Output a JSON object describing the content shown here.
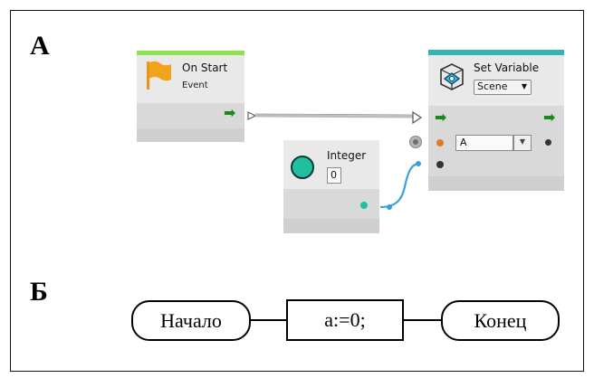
{
  "section_a": {
    "label": "А"
  },
  "section_b": {
    "label": "Б"
  },
  "on_start_node": {
    "title": "On Start",
    "subtitle": "Event",
    "header_color": "#8fe34f",
    "icon": "flag-icon",
    "icon_color": "#f2a31c"
  },
  "integer_node": {
    "title": "Integer",
    "value": "0",
    "icon": "circle-icon",
    "icon_color": "#1fbf9f"
  },
  "set_variable_node": {
    "title": "Set Variable",
    "scope": "Scene",
    "variable_name": "A",
    "header_color": "#35b3b3",
    "icon": "variable-icon"
  },
  "connections": [
    {
      "from": "on_start.flow_out",
      "to": "set_variable.flow_in",
      "type": "control",
      "color": "#bdbdbd"
    },
    {
      "from": "integer.value_out",
      "to": "set_variable.value_in",
      "type": "data",
      "color": "#3aa0dc"
    }
  ],
  "flowchart": {
    "start_label": "Начало",
    "process_label": "a:=0;",
    "end_label": "Конец"
  }
}
